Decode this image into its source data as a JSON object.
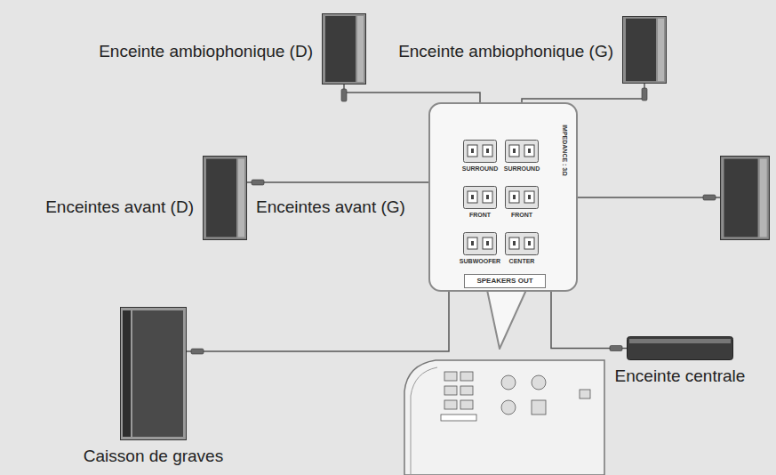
{
  "diagram": {
    "nodes": [
      {
        "text": [
          "Enceinte ambiophonique (D)"
        ]
      },
      {
        "text": [
          "Enceinte ambiophonique (G)"
        ]
      },
      {
        "text": [
          "SPEAKERS OUT",
          "IMPEDANCE : 3Ω"
        ]
      },
      {
        "text": [
          "SURROUND"
        ],
        "in": 2
      },
      {
        "text": [
          "SURROUND"
        ],
        "in": 2
      },
      {
        "text": [
          "Enceintes avant (D)"
        ]
      },
      {
        "text": [
          "FRONT"
        ],
        "in": 2
      },
      {
        "text": [
          "FRONT"
        ],
        "in": 2
      },
      {
        "text": [
          "Enceintes avant (G)"
        ]
      },
      {
        "text": [
          "SUBWOOFER"
        ],
        "in": 2
      },
      {
        "text": [
          "CENTER"
        ],
        "in": 2
      },
      {
        "text": [
          "Caisson de graves"
        ]
      },
      {
        "text": [
          "Enceinte centrale"
        ]
      }
    ],
    "edges": [
      {
        "from": 0,
        "to": 3,
        "arrow": "none"
      },
      {
        "from": 1,
        "to": 4,
        "arrow": "none"
      },
      {
        "from": 5,
        "to": 6,
        "arrow": "none"
      },
      {
        "from": 8,
        "to": 7,
        "arrow": "none"
      },
      {
        "from": 11,
        "to": 9,
        "arrow": "none"
      },
      {
        "from": 12,
        "to": 10,
        "arrow": "none"
      }
    ]
  }
}
